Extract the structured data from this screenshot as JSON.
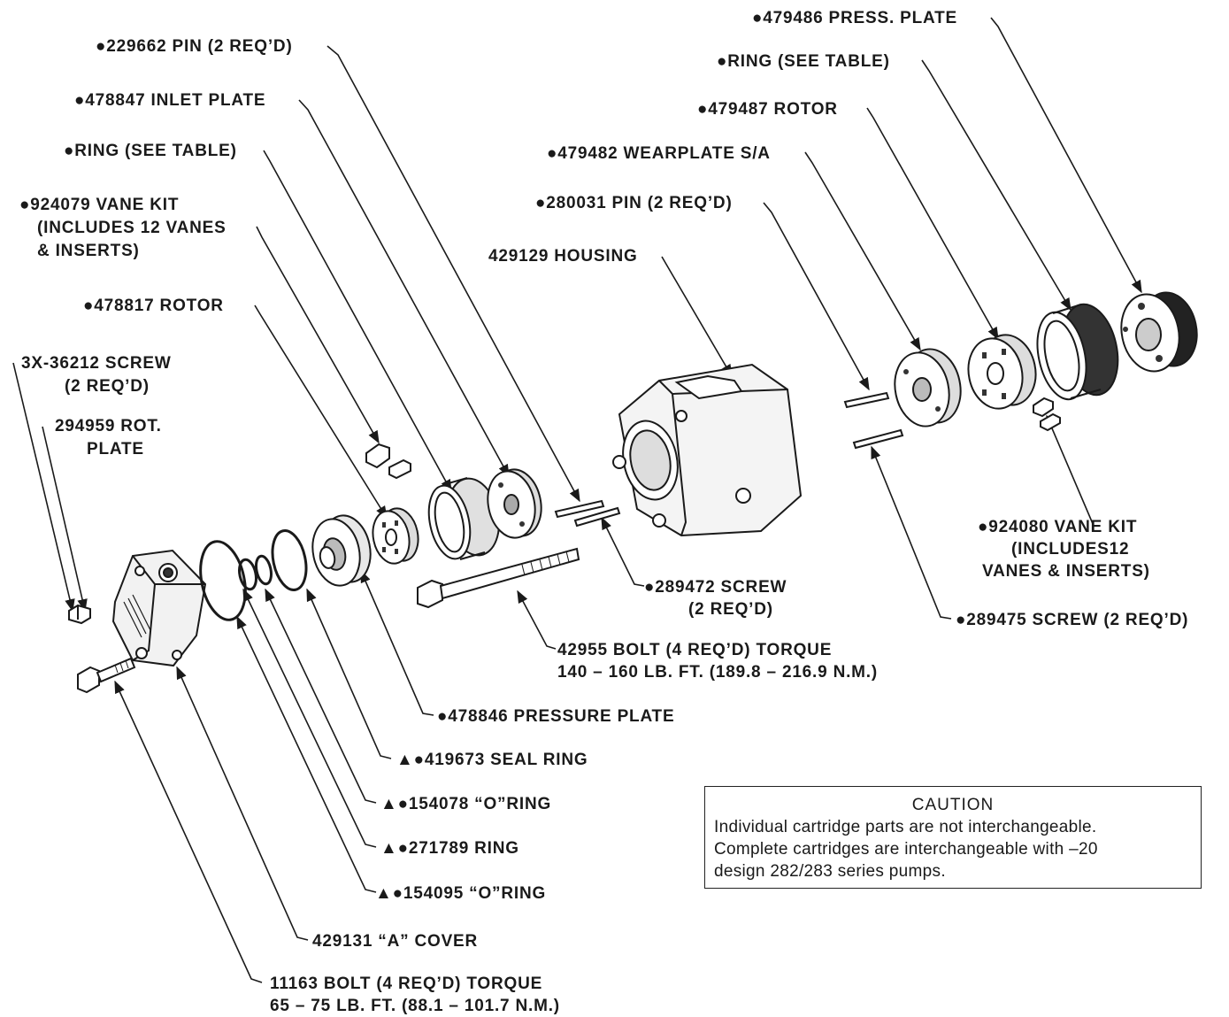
{
  "labels": {
    "pin_229662": "●229662 PIN (2 REQ’D)",
    "inlet_plate": "●478847 INLET PLATE",
    "ring_left": "●RING (SEE TABLE)",
    "vane_kit_left_1": "●924079 VANE KIT",
    "vane_kit_left_2": "(INCLUDES 12 VANES",
    "vane_kit_left_3": "& INSERTS)",
    "rotor_478817": "●478817 ROTOR",
    "screw_3x36212_1": "3X-36212 SCREW",
    "screw_3x36212_2": "(2 REQ’D)",
    "rot_plate_1": "294959 ROT.",
    "rot_plate_2": "PLATE",
    "press_plate_479486": "●479486 PRESS. PLATE",
    "ring_right": "●RING (SEE TABLE)",
    "rotor_479487": "●479487 ROTOR",
    "wearplate": "●479482 WEARPLATE S/A",
    "pin_280031": "●280031 PIN (2 REQ’D)",
    "housing": "429129 HOUSING",
    "vane_kit_right_1": "●924080 VANE KIT",
    "vane_kit_right_2": "(INCLUDES12",
    "vane_kit_right_3": "VANES & INSERTS)",
    "screw_289472_1": "●289472 SCREW",
    "screw_289472_2": "(2 REQ’D)",
    "screw_289475": "●289475 SCREW (2 REQ’D)",
    "bolt_42955_1": "42955 BOLT (4 REQ’D) TORQUE",
    "bolt_42955_2": "140 – 160 LB. FT. (189.8 – 216.9 N.M.)",
    "pressure_plate_478846": "●478846 PRESSURE PLATE",
    "seal_ring": "▲●419673 SEAL RING",
    "o_ring_154078": "▲●154078 “O”RING",
    "ring_271789": "▲●271789 RING",
    "o_ring_154095": "▲●154095 “O”RING",
    "cover": "429131 “A” COVER",
    "bolt_11163_1": "11163 BOLT (4 REQ’D) TORQUE",
    "bolt_11163_2": "65 – 75 LB. FT. (88.1 – 101.7 N.M.)"
  },
  "caution": {
    "title": "CAUTION",
    "line1": "Individual cartridge parts are not interchangeable.",
    "line2": "Complete cartridges are interchangeable with –20",
    "line3": "design 282/283 series pumps."
  },
  "colors": {
    "ink": "#1a1a1a",
    "background": "#ffffff"
  }
}
